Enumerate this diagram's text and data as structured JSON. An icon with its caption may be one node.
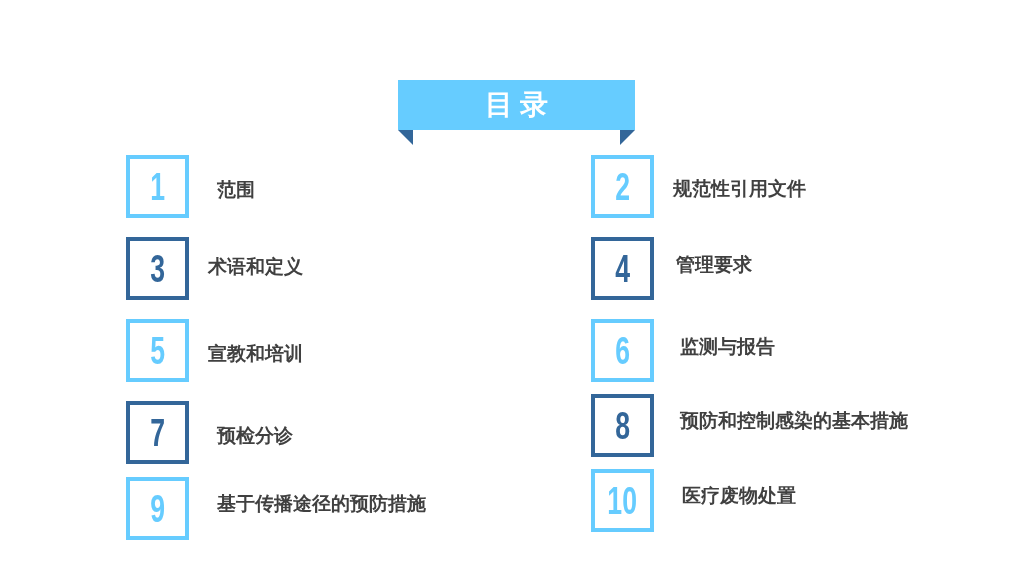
{
  "diagram": {
    "title": "目 录",
    "nodes": [
      {
        "text": [
          "1"
        ],
        "beside": [
          "范围"
        ]
      },
      {
        "text": [
          "2"
        ],
        "beside": [
          "规范性引用文件"
        ]
      },
      {
        "text": [
          "3"
        ],
        "beside": [
          "术语和定义"
        ]
      },
      {
        "text": [
          "4"
        ],
        "beside": [
          "管理要求"
        ]
      },
      {
        "text": [
          "5"
        ],
        "beside": [
          "宣教和培训"
        ]
      },
      {
        "text": [
          "6"
        ],
        "beside": [
          "监测与报告"
        ]
      },
      {
        "text": [
          "7"
        ],
        "beside": [
          "预检分诊"
        ]
      },
      {
        "text": [
          "8"
        ],
        "beside": [
          "预防和控制感染的基本措施"
        ]
      },
      {
        "text": [
          "9"
        ],
        "beside": [
          "基于传播途径的预防措施"
        ]
      },
      {
        "text": [
          "10"
        ],
        "beside": [
          "医疗废物处置"
        ]
      }
    ]
  }
}
